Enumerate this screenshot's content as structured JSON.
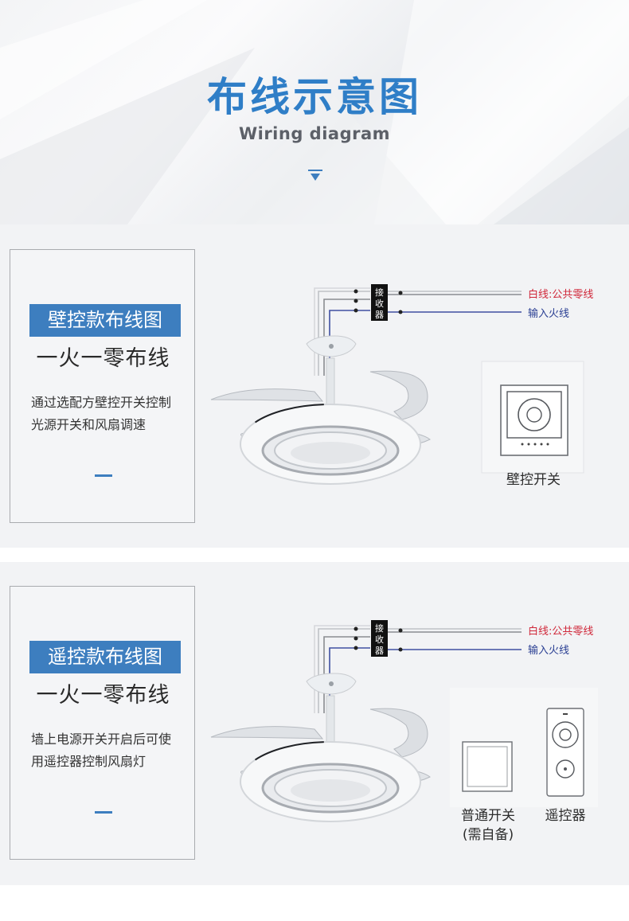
{
  "header": {
    "title": "布线示意图",
    "subtitle": "Wiring diagram"
  },
  "colors": {
    "accent": "#3d7ebf",
    "title": "#2f7ec7",
    "neutral_wire": "#d0283a",
    "live_wire": "#2a3f93"
  },
  "sections": [
    {
      "badge": "壁控款布线图",
      "sub": "一火一零布线",
      "desc": "通过选配方壁控开关控制光源开关和风扇调速",
      "receiver": "接收器",
      "wire_neutral": "白线:公共零线",
      "wire_live": "输入火线",
      "device_label": "壁控开关"
    },
    {
      "badge": "遥控款布线图",
      "sub": "一火一零布线",
      "desc": "墙上电源开关开启后可使用遥控器控制风扇灯",
      "receiver": "接收器",
      "wire_neutral": "白线:公共零线",
      "wire_live": "输入火线",
      "device_label_switch": "普通开关",
      "device_label_switch_note": "(需自备)",
      "device_label_remote": "遥控器"
    }
  ]
}
